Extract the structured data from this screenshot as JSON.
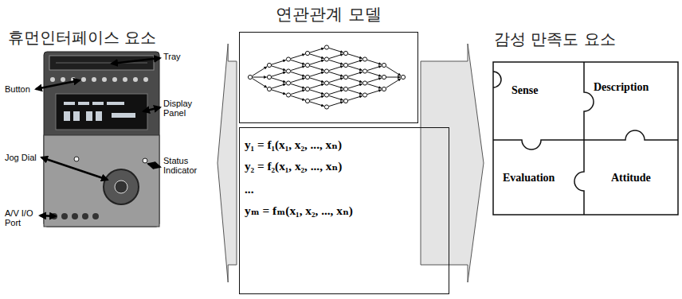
{
  "diagram": {
    "nodes": [
      {
        "text": [
          "휴먼인터페이스 요소"
        ]
      },
      {
        "text": [
          "연관관계 모델"
        ]
      },
      {
        "text": [
          "y₁ = f₁(x₁, x₂, ..., xₙ)",
          "y₂ = f₂(x₁, x₂, ..., xₙ)",
          "...",
          "yₘ = fₘ(x₁, x₂, ..., xₙ)"
        ]
      },
      {
        "text": [
          "감성 만족도 요소"
        ]
      },
      {
        "text": [
          "Sense"
        ],
        "in": 3
      },
      {
        "text": [
          "Description"
        ],
        "in": 3
      },
      {
        "text": [
          "Evaluation"
        ],
        "in": 3
      },
      {
        "text": [
          "Attitude"
        ],
        "in": 3
      }
    ],
    "edges": [
      {
        "from": 1,
        "to": 0,
        "arrow": "to"
      },
      {
        "from": 1,
        "to": 3,
        "arrow": "to"
      }
    ],
    "labels": [
      "Tray",
      "Button",
      "Display Panel",
      "Jog Dial",
      "Status Indicator",
      "A/V I/O Port"
    ]
  }
}
